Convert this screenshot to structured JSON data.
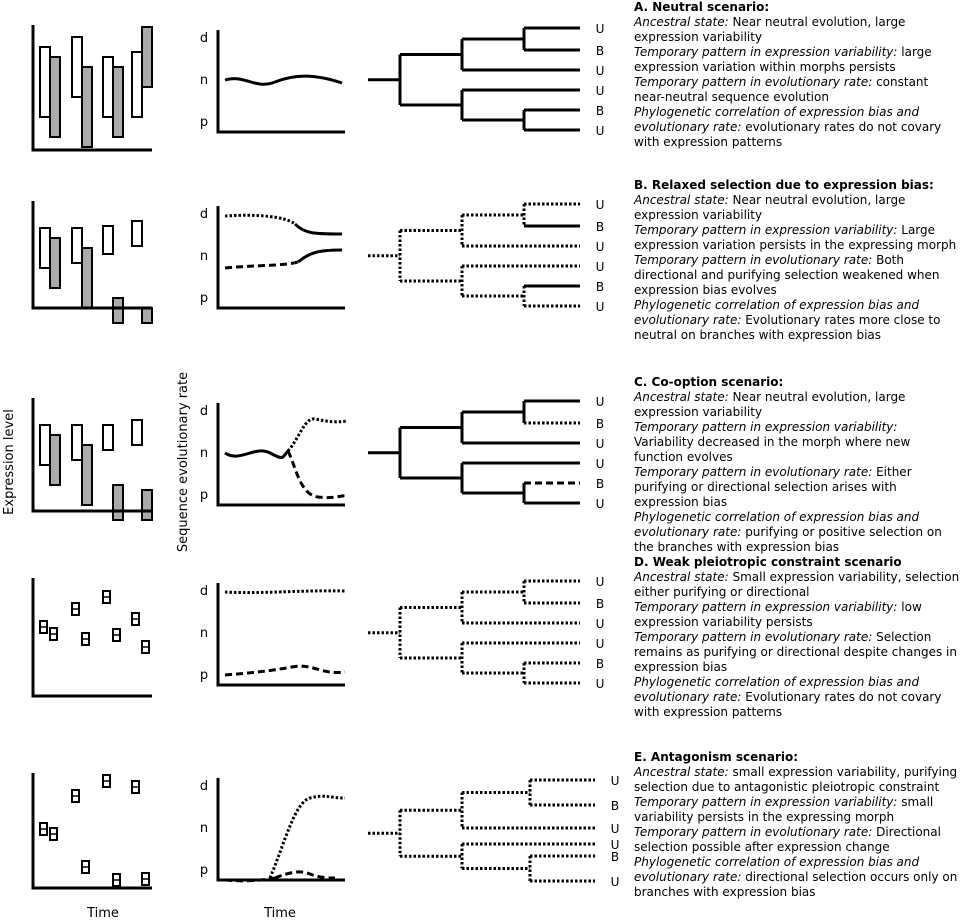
{
  "labels": {
    "expression_level": "Expression level",
    "sequence_rate": "Sequence evolutionary rate",
    "time_left": "Time",
    "time_mid": "Time"
  },
  "rate_ticks": [
    "d",
    "n",
    "p"
  ],
  "scenarios": [
    {
      "title": "A. Neutral scenario:",
      "tips": [
        "U",
        "B",
        "U",
        "U",
        "B",
        "U"
      ],
      "text": [
        [
          "Ancestral state:",
          "Near neutral evolution, large expression variability"
        ],
        [
          "Temporary pattern in expression variability:",
          "large expression variation within morphs persists"
        ],
        [
          "Temporary pattern in evolutionary rate:",
          "constant near-neutral sequence evolution"
        ],
        [
          "Phylogenetic correlation of expression bias and evolutionary rate:",
          "evolutionary rates do not covary with expression patterns"
        ]
      ]
    },
    {
      "title": "B. Relaxed selection due to expression bias:",
      "tips": [
        "U",
        "B",
        "U",
        "U",
        "B",
        "U"
      ],
      "text": [
        [
          "Ancestral state:",
          "Near neutral evolution, large expression variability"
        ],
        [
          "Temporary pattern in expression variability:",
          "Large expression variation persists in the expressing morph"
        ],
        [
          "Temporary pattern in evolutionary rate:",
          "Both directional and purifying selection weakened when expression bias evolves"
        ],
        [
          "Phylogenetic correlation of expression bias and evolutionary rate:",
          "Evolutionary rates more close to neutral on branches with expression bias"
        ]
      ]
    },
    {
      "title": "C. Co-option scenario:",
      "tips": [
        "U",
        "B",
        "U",
        "U",
        "B",
        "U"
      ],
      "text": [
        [
          "Ancestral state:",
          "Near neutral evolution, large expression variability"
        ],
        [
          "Temporary pattern in expression variability:",
          "Variability decreased in the morph where new function evolves"
        ],
        [
          "Temporary pattern in evolutionary rate:",
          "Either purifying or directional selection arises with expression bias"
        ],
        [
          "Phylogenetic correlation of expression bias and evolutionary rate:",
          "purifying or positive selection on the branches with expression bias"
        ]
      ]
    },
    {
      "title": "D. Weak pleiotropic constraint scenario",
      "tips": [
        "U",
        "B",
        "U",
        "U",
        "B",
        "U"
      ],
      "text": [
        [
          "Ancestral state:",
          "Small expression variability, selection either purifying or directional"
        ],
        [
          "Temporary pattern in expression variability:",
          "low expression variability persists"
        ],
        [
          "Temporary pattern in evolutionary rate:",
          "Selection remains as purifying or directional despite changes in expression bias"
        ],
        [
          "Phylogenetic correlation of expression bias and evolutionary rate:",
          "Evolutionary rates do not covary with expression patterns"
        ]
      ]
    },
    {
      "title": "E. Antagonism scenario:",
      "tips": [
        "U",
        "B",
        "U",
        "U",
        "B",
        "U"
      ],
      "text": [
        [
          "Ancestral state:",
          "small expression variability, purifying selection due to antagonistic pleiotropic constraint"
        ],
        [
          "Temporary pattern in expression variability:",
          "small variability persists in the expressing morph"
        ],
        [
          "Temporary pattern in evolutionary rate:",
          "Directional selection possible after expression change"
        ],
        [
          "Phylogenetic correlation of expression bias and evolutionary rate:",
          "directional selection occurs only on branches with expression bias"
        ]
      ]
    }
  ]
}
